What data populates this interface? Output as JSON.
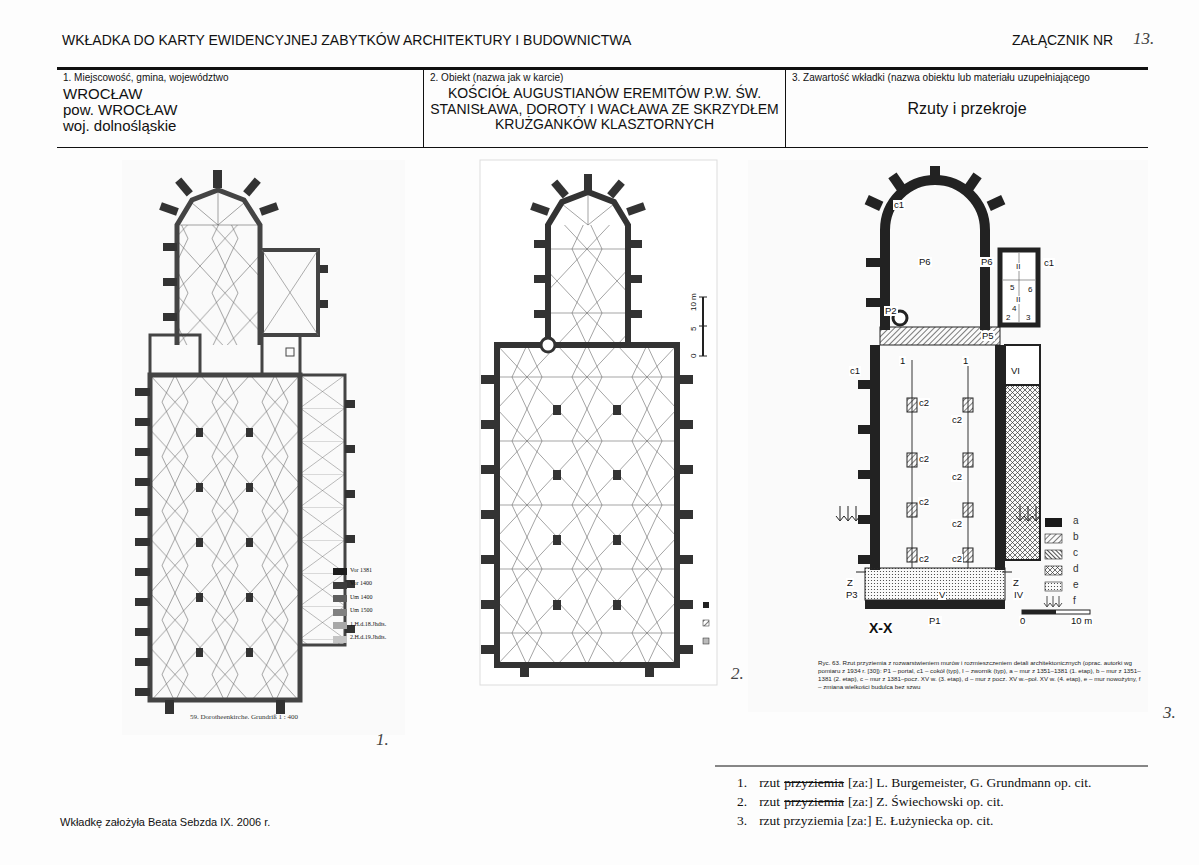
{
  "diagram": {
    "title": "WKŁADKA DO KARTY EWIDENCYJNEJ ZABYTKÓW ARCHITEKTURY I BUDOWNICTWA",
    "caption": "Ryc. 63. Rzut przyziemia z rozwarstwieniem murów i rozmieszczeniem detali architektonicznych (oprac. autorki wg pomiaru z 1934 r. [30]): P1 – portal, c1 – cokół (typ), I – zwornik (typ), a – mur z 1351–1381 (1. etap), b – mur z 1351–1381 (2. etap), c – mur z 1381–pocz. XV w. (3. etap), d – mur z pocz. XV w.–poł. XV w. (4. etap), e – mur nowożytny, f – zmiana wielkości budulca bez szwu",
    "nodes": [
      {
        "text": [
          "1. Miejscowość, gmina, województwo",
          "WROCŁAW",
          "pow. WROCŁAW",
          "woj. dolnośląskie"
        ]
      },
      {
        "text": [
          "2. Obiekt (nazwa jak w karcie)",
          "KOŚCIÓŁ AUGUSTIANÓW EREMITÓW P.W. ŚW. STANISŁAWA, DOROTY I WACŁAWA ZE SKRZYDŁEM KRUŻGANKÓW KLASZTORNYCH"
        ]
      },
      {
        "text": [
          "3. Zawartość wkładki (nazwa obiektu lub materiału uzupełniającego",
          "Rzuty i przekroje"
        ]
      }
    ],
    "labels": [
      "ZAŁĄCZNIK NR",
      "13.",
      "59. Dorotheenkirche. Grundriß 1 : 400",
      "1.",
      "2.",
      "3.",
      "0",
      "5",
      "10 m",
      "c1",
      "P6",
      "P6",
      "c1",
      "II",
      "5",
      "6",
      "II",
      "4",
      "2",
      "3",
      "P2",
      "P5",
      "1",
      "1",
      "c1",
      "VI",
      "c2",
      "c2",
      "c2",
      "c2",
      "c2",
      "c2",
      "Z",
      "Z",
      "c2",
      "c2",
      "P3",
      "V",
      "IV",
      "X-X",
      "P1",
      "0",
      "10 m",
      "1.",
      "rzut",
      "przyziemia",
      "[za:] L. Burgemeister, G. Grundmann op. cit.",
      "2.",
      "rzut",
      "przyziemia",
      "[za:] Z. Świechowski op. cit.",
      "3.",
      "rzut przyziemia [za:] E. Łużyniecka op. cit.",
      "Wkładkę założyła Beata Sebzda IX. 2006 r."
    ],
    "legend": [
      {
        "text": "Vor 1381",
        "color": "#1e1e1e"
      },
      {
        "text": "Vor 1400",
        "color": "#3c3c3c"
      },
      {
        "text": "Um 1400",
        "color": "#5e5e5e"
      },
      {
        "text": "Um 1500",
        "color": "#808080"
      },
      {
        "text": "1.H.d.18.Jhdts.",
        "color": "#a8a8a8"
      },
      {
        "text": "2.H.d.19.Jhdts.",
        "color": "#c4c4c4"
      },
      {
        "text": "a",
        "color": "#1a1a1a"
      },
      {
        "text": "b"
      },
      {
        "text": "c"
      },
      {
        "text": "d"
      },
      {
        "text": "e"
      },
      {
        "text": "f"
      }
    ]
  }
}
